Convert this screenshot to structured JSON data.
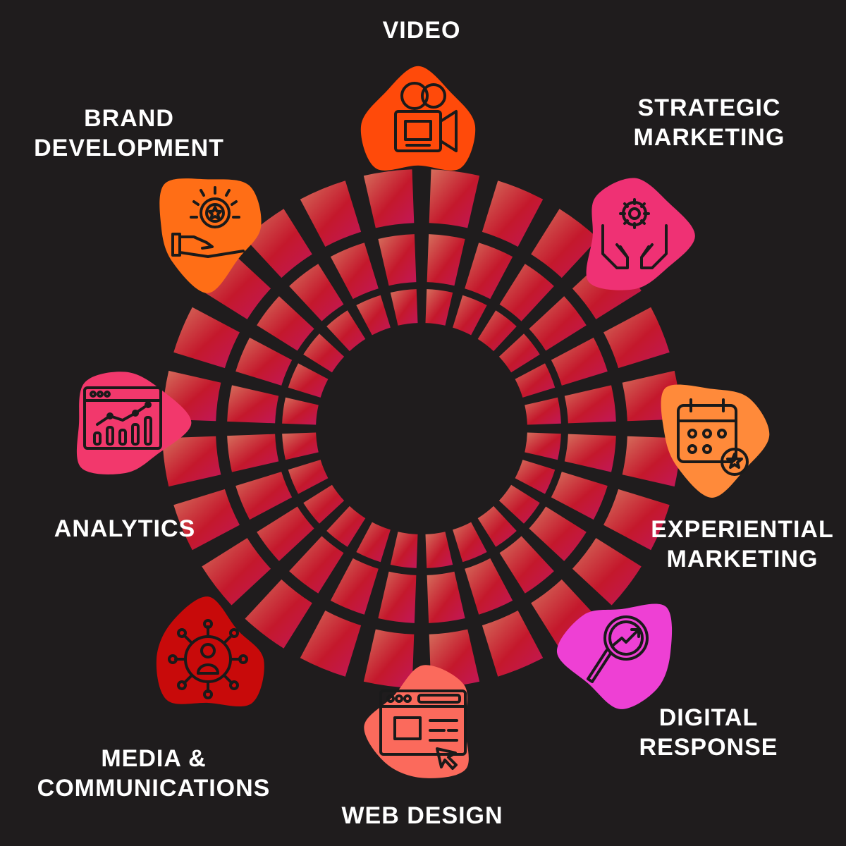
{
  "colors": {
    "background": "#1f1c1d",
    "ring_start": "#d6715e",
    "ring_end": "#c4182c",
    "ring_alt": "#c2185b",
    "label": "#ffffff",
    "icon_stroke": "#1a1a1a"
  },
  "segments": [
    {
      "id": "video",
      "lines": [
        "VIDEO"
      ],
      "icon": "video-camera-icon",
      "color": "#ff4a0a"
    },
    {
      "id": "strategic-marketing",
      "lines": [
        "STRATEGIC",
        "MARKETING"
      ],
      "icon": "gear-hands-icon",
      "color": "#ef3174"
    },
    {
      "id": "experiential-marketing",
      "lines": [
        "EXPERIENTIAL",
        "MARKETING"
      ],
      "icon": "calendar-star-icon",
      "color": "#ff8a3a"
    },
    {
      "id": "digital-response",
      "lines": [
        "DIGITAL",
        "RESPONSE"
      ],
      "icon": "magnifier-trend-icon",
      "color": "#ee40d4"
    },
    {
      "id": "web-design",
      "lines": [
        "WEB DESIGN"
      ],
      "icon": "browser-cursor-icon",
      "color": "#fb6a5c"
    },
    {
      "id": "media-communications",
      "lines": [
        "MEDIA &",
        "COMMUNICATIONS"
      ],
      "icon": "network-person-icon",
      "color": "#c80a0a"
    },
    {
      "id": "analytics",
      "lines": [
        "ANALYTICS"
      ],
      "icon": "dashboard-chart-icon",
      "color": "#f2386c"
    },
    {
      "id": "brand-development",
      "lines": [
        "BRAND",
        "DEVELOPMENT"
      ],
      "icon": "hand-star-badge-icon",
      "color": "#ff6e16"
    }
  ]
}
